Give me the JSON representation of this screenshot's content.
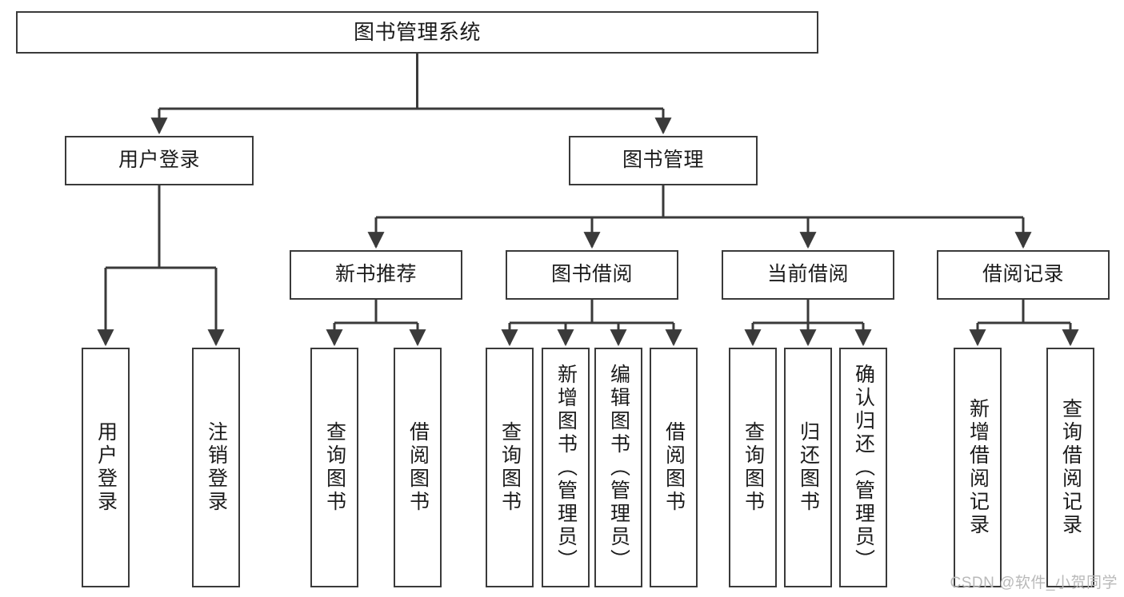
{
  "diagram": {
    "type": "tree",
    "title": "图书管理系统",
    "watermark": "CSDN @软件_小贺同学",
    "style": {
      "box_border": "#3a3a3a",
      "box_fill": "#ffffff",
      "line_color": "#3a3a3a",
      "text_color": "#1b1b1b",
      "background": "#ffffff"
    },
    "levels": {
      "root": {
        "label": "图书管理系统"
      },
      "level2": [
        {
          "label": "用户登录"
        },
        {
          "label": "图书管理"
        }
      ],
      "level3": [
        {
          "label": "新书推荐"
        },
        {
          "label": "图书借阅"
        },
        {
          "label": "当前借阅"
        },
        {
          "label": "借阅记录"
        }
      ],
      "leaves": {
        "user_login": [
          {
            "label": "用户登录"
          },
          {
            "label": "注销登录"
          }
        ],
        "new_book": [
          {
            "label": "查询图书"
          },
          {
            "label": "借阅图书"
          }
        ],
        "book_borrow": [
          {
            "label": "查询图书"
          },
          {
            "label": "新增图书（管理员）"
          },
          {
            "label": "编辑图书（管理员）"
          },
          {
            "label": "借阅图书"
          }
        ],
        "current_borrow": [
          {
            "label": "查询图书"
          },
          {
            "label": "归还图书"
          },
          {
            "label": "确认归还（管理员）"
          }
        ],
        "borrow_record": [
          {
            "label": "新增借阅记录"
          },
          {
            "label": "查询借阅记录"
          }
        ]
      }
    }
  }
}
